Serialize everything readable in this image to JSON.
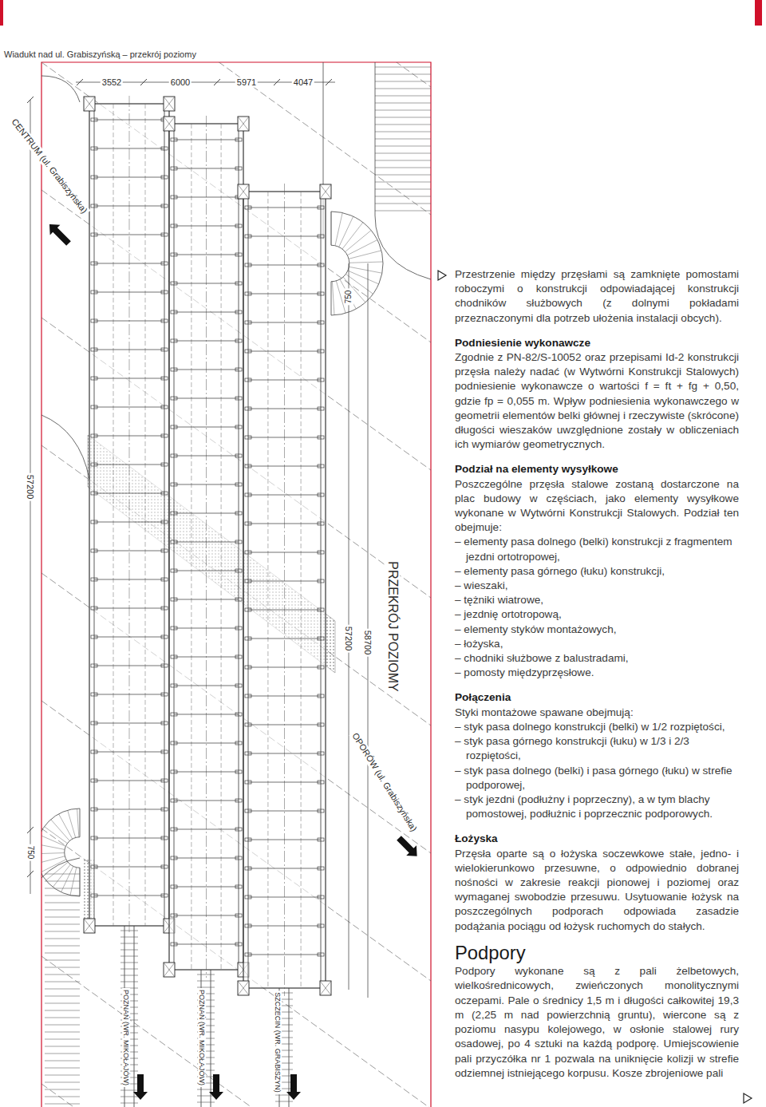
{
  "diagram": {
    "title": "Wiadukt nad ul. Grabiszyńską – przekrój poziomy",
    "labels": [
      "3552",
      "6000",
      "5971",
      "4047",
      "CENTRUM (ul. Grabiszyńska)",
      "750",
      "57200",
      "750",
      "57200",
      "58700",
      "PRZEKRÓJ POZIOMY",
      "OPORÓW (ul. Grabiszyńska)",
      "POZNAŃ (WR. MIKOŁAJÓW)",
      "POZNAŃ (WR. MIKOŁAJÓW)",
      "SZCZECIN (WR. GRABISZYN)",
      "Przestrzenie między przęsłami są zamknięte pomostami roboczymi o konstrukcji odpowiadającej konstrukcji chodników służbowych (z dolnymi pokładami przeznaczonymi dla potrzeb ułożenia instalacji obcych).",
      "Podniesienie wykonawcze",
      "Zgodnie z PN-82/S-10052 oraz przepisami Id-2 konstrukcji przęsła należy nadać (w Wytwórni Konstrukcji Stalowych) podniesienie wykonawcze o wartości f = ft + fg + 0,50, gdzie fp = 0,055 m. Wpływ podniesienia wykonawczego w geometrii elementów belki głównej i rzeczywiste (skrócone) długości wieszaków uwzględnione zostały w obliczeniach ich wymiarów geometrycznych.",
      "Podział na elementy wysyłkowe",
      "Poszczególne przęsła stalowe zostaną dostarczone na plac budowy w częściach, jako elementy wysyłkowe wykonane w Wytwórni Konstrukcji Stalowych. Podział ten obejmuje:",
      "– elementy pasa dolnego (belki) konstrukcji z fragmentem jezdni ortotropowej,",
      "– elementy pasa górnego (łuku) konstrukcji,",
      "– wieszaki,",
      "– tężniki wiatrowe,",
      "– jezdnię ortotropową,",
      "– elementy styków montażowych,",
      "– łożyska,",
      "– chodniki służbowe z balustradami,",
      "– pomosty międzyprzęsłowe.",
      "Połączenia",
      "Styki montażowe spawane obejmują:",
      "– styk pasa dolnego konstrukcji (belki) w 1/2 rozpiętości,",
      "– styk pasa górnego konstrukcji (łuku) w 1/3 i 2/3 rozpiętości,",
      "– styk pasa dolnego (belki) i pasa górnego (łuku) w strefie podporowej,",
      "– styk jezdni (podłużny i poprzeczny), a w tym blachy pomostowej, podłużnic i poprzecznic podporowych.",
      "Łożyska",
      "Przęsła oparte są o łożyska soczewkowe stałe, jedno- i wielokierunkowo przesuwne, o odpowiednio dobranej nośności w zakresie reakcji pionowej i poziomej oraz wymaganej swobodzie przesuwu. Usytuowanie łożysk na poszczególnych podporach odpowiada zasadzie podążania pociągu od łożysk ruchomych do stałych.",
      "Podpory",
      "Podpory wykonane są z pali żelbetowych, wielkośrednicowych, zwieńczonych monolitycznymi oczepami. Pale o średnicy 1,5 m i długości całkowitej 19,3 m (2,25 m nad powierzchnią gruntu), wiercone są z poziomu nasypu kolejowego, w osłonie stalowej rury osadowej, po 4 sztuki na każdą podporę. Umiejscowienie pali przyczółka nr 1 pozwala na uniknięcie kolizji w strefie odziemnej istniejącego korpusu. Kosze zbrojeniowe pali"
    ]
  }
}
